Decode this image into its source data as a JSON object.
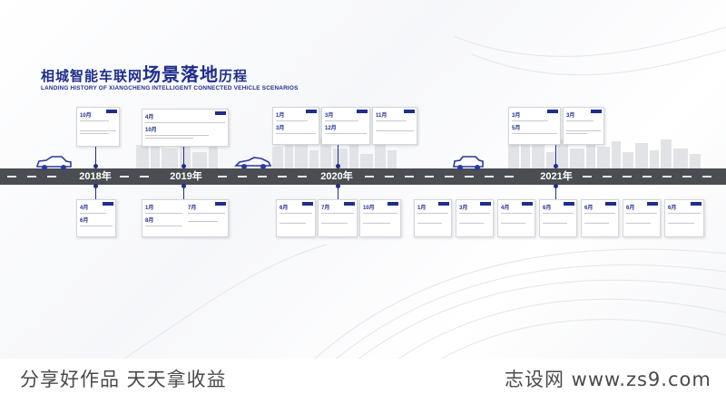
{
  "title": {
    "cn_part1": "相城智能车联网",
    "cn_part2": "场景落地",
    "cn_part3": "历程",
    "en": "LANDING HISTORY OF XIANGCHENG INTELLIGENT CONNECTED VEHICLE SCENARIOS"
  },
  "years": [
    "2018年",
    "2019年",
    "2020年",
    "2021年"
  ],
  "cards_top": [
    {
      "months": [
        "10月"
      ]
    },
    {
      "months": [
        "4月",
        "10月"
      ]
    },
    {
      "months": [
        "1月",
        "3月"
      ]
    },
    {
      "months": [
        "3月",
        "12月"
      ]
    },
    {
      "months": [
        "11月"
      ]
    },
    {
      "months": [
        "3月",
        "5月"
      ]
    },
    {
      "months": [
        "3月"
      ]
    }
  ],
  "cards_bottom": [
    {
      "months": [
        "4月",
        "6月"
      ]
    },
    {
      "months": [
        "1月",
        "8月"
      ]
    },
    {
      "months": [
        "7月"
      ]
    },
    {
      "months": [
        "6月"
      ]
    },
    {
      "months": [
        "7月"
      ]
    },
    {
      "months": [
        "10月"
      ]
    },
    {
      "months": [
        "1月"
      ]
    },
    {
      "months": [
        "3月"
      ]
    },
    {
      "months": [
        "4月"
      ]
    },
    {
      "months": [
        "6月"
      ]
    },
    {
      "months": [
        "6月"
      ]
    },
    {
      "months": [
        "6月"
      ]
    },
    {
      "months": [
        "6月"
      ]
    }
  ],
  "watermark": {
    "left": "分享好作品 天天拿收益",
    "right": "志设网 www.zs9.com"
  },
  "colors": {
    "accent": "#1e2e8c",
    "road": "#4a4d52",
    "car": "#2a3a9c"
  }
}
